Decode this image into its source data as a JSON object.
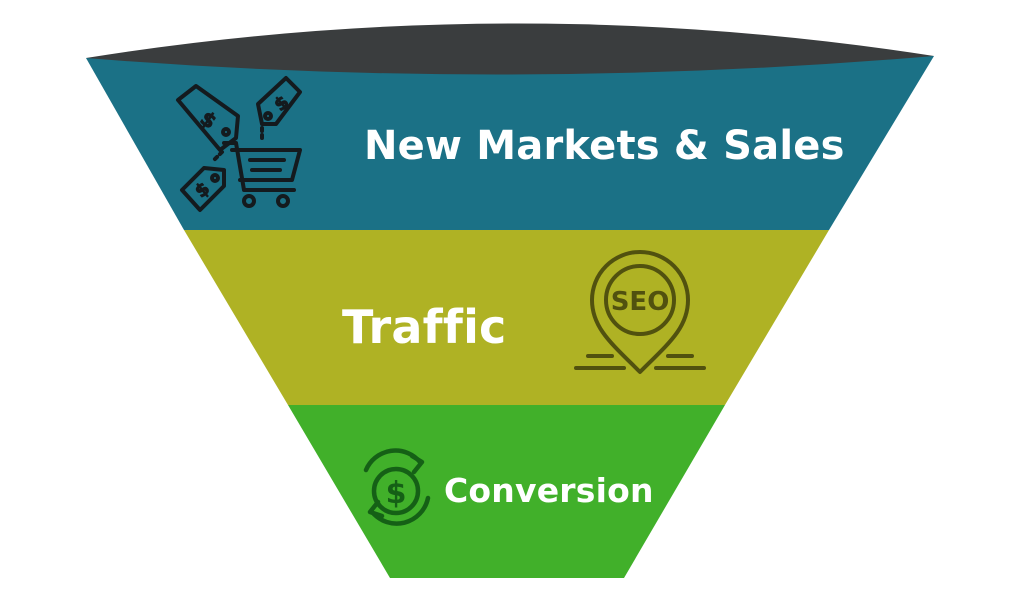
{
  "funnel": {
    "colors": {
      "rim": "#3a3d3e",
      "top": "#1b7186",
      "middle": "#afb224",
      "bottom": "#41b02a",
      "top_icon": "#141a1e",
      "middle_icon": "#51510f",
      "bottom_icon": "#156016",
      "text": "#ffffff"
    },
    "stages": [
      {
        "label": "New Markets & Sales",
        "icon": "shopping-cart-price-tags-icon"
      },
      {
        "label": "Traffic",
        "icon": "seo-location-pin-icon"
      },
      {
        "label": "Conversion",
        "icon": "dollar-cycle-icon"
      }
    ],
    "seo_icon_text": "SEO"
  }
}
